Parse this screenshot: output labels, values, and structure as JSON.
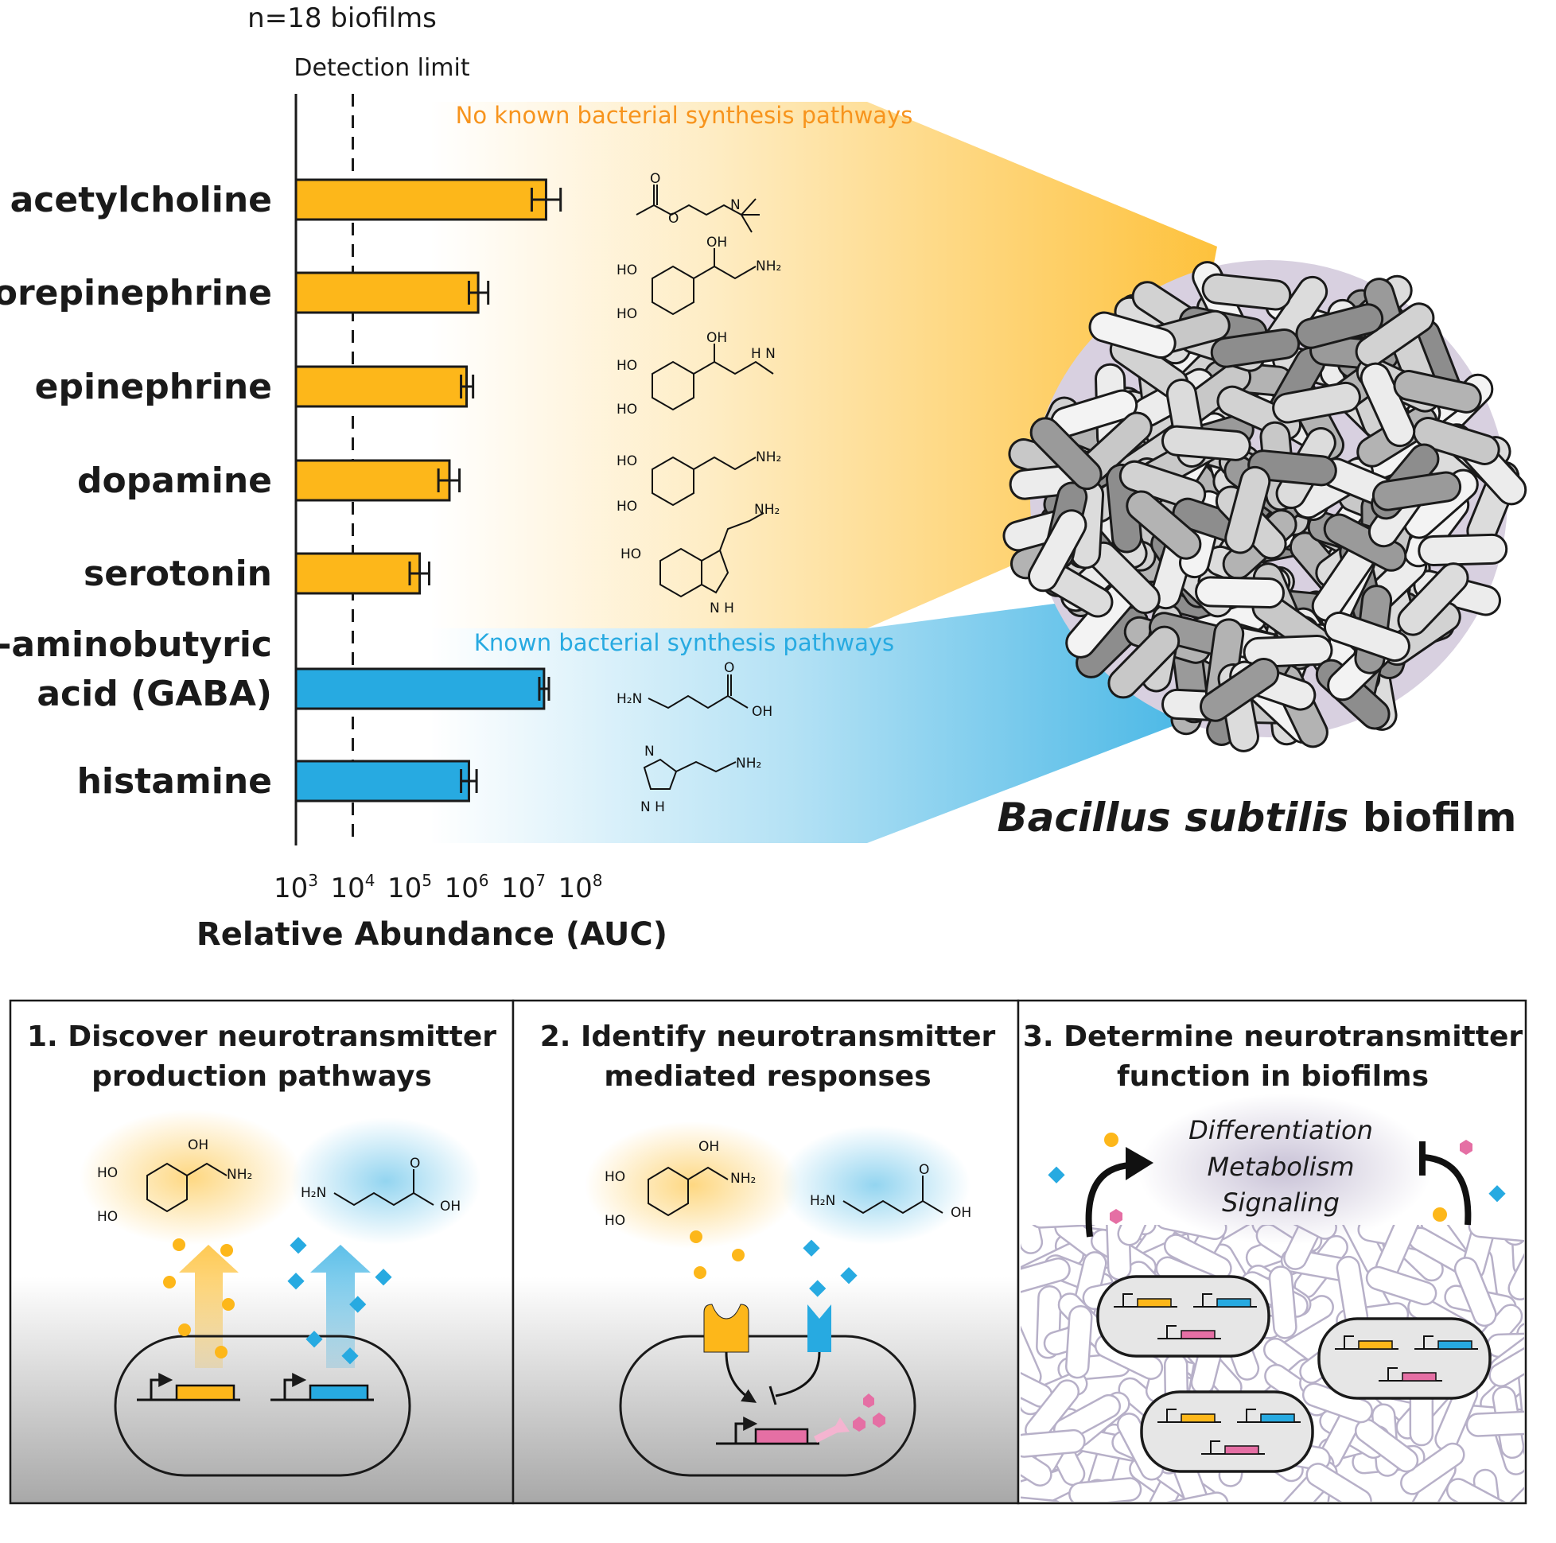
{
  "header": {
    "n_label": "n=18 biofilms",
    "detection_label": "Detection limit"
  },
  "colors": {
    "orange": "#FDB71A",
    "blue": "#27AAE1",
    "pink": "#E56FA4",
    "outline": "#1a1a1a"
  },
  "regions": {
    "unknown_label": "No known bacterial synthesis pathways",
    "known_label": "Known bacterial synthesis pathways"
  },
  "biofilm": {
    "species": "Bacillus subtilis",
    "suffix": "biofilm"
  },
  "chart_data": {
    "type": "bar",
    "orientation": "horizontal",
    "xscale": "log",
    "xlim": [
      1000,
      100000000
    ],
    "ticks": [
      {
        "base": "10",
        "exp": "3"
      },
      {
        "base": "10",
        "exp": "4"
      },
      {
        "base": "10",
        "exp": "5"
      },
      {
        "base": "10",
        "exp": "6"
      },
      {
        "base": "10",
        "exp": "7"
      },
      {
        "base": "10",
        "exp": "8"
      }
    ],
    "xlabel": "Relative Abundance (AUC)",
    "detection_limit": 10000,
    "categories": [
      {
        "label": "acetylcholine",
        "value": 25000000,
        "err": [
          14000000,
          45000000
        ],
        "group": "unknown"
      },
      {
        "label": "norepinephrine",
        "value": 1600000,
        "err": [
          1100000,
          2400000
        ],
        "group": "unknown"
      },
      {
        "label": "epinephrine",
        "value": 1000000,
        "err": [
          800000,
          1300000
        ],
        "group": "unknown"
      },
      {
        "label": "dopamine",
        "value": 500000,
        "err": [
          320000,
          750000
        ],
        "group": "unknown"
      },
      {
        "label": "serotonin",
        "value": 150000,
        "err": [
          100000,
          220000
        ],
        "group": "unknown"
      },
      {
        "label_lines": [
          "γ-aminobutyric",
          "acid (GABA)"
        ],
        "value": 23000000,
        "err": [
          19000000,
          28000000
        ],
        "group": "known"
      },
      {
        "label": "histamine",
        "value": 1100000,
        "err": [
          800000,
          1500000
        ],
        "group": "known"
      }
    ]
  },
  "panels": [
    {
      "title_lines": [
        "1. Discover neurotransmitter",
        "production pathways"
      ]
    },
    {
      "title_lines": [
        "2. Identify neurotransmitter",
        "mediated responses"
      ]
    },
    {
      "title_lines": [
        "3. Determine neurotransmitter",
        "function in biofilms"
      ],
      "functions": [
        "Differentiation",
        "Metabolism",
        "Signaling"
      ]
    }
  ]
}
